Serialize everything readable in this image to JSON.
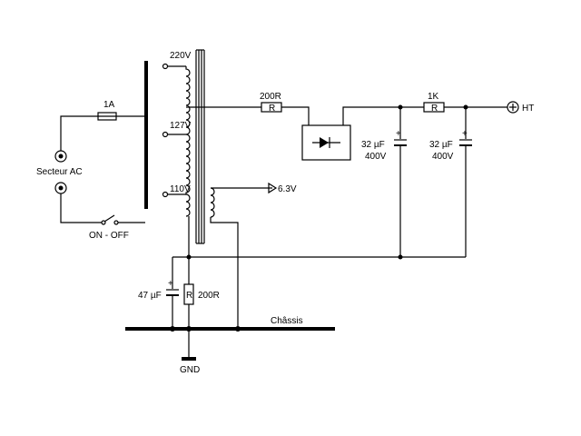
{
  "labels": {
    "secteur": "Secteur AC",
    "fuse": "1A",
    "switch": "ON - OFF",
    "tap_220": "220V",
    "tap_127": "127V",
    "tap_110": "110V",
    "heater": "6.3V",
    "r_series": "200R",
    "r_series_mark": "R",
    "r_filter": "1K",
    "r_filter_mark": "R",
    "c1_value": "32 µF",
    "c1_voltage": "400V",
    "c2_value": "32 µF",
    "c2_voltage": "400V",
    "ht": "HT",
    "c_bias": "47 µF",
    "r_bias": "200R",
    "r_bias_mark": "R",
    "chassis": "Châssis",
    "gnd": "GND"
  }
}
